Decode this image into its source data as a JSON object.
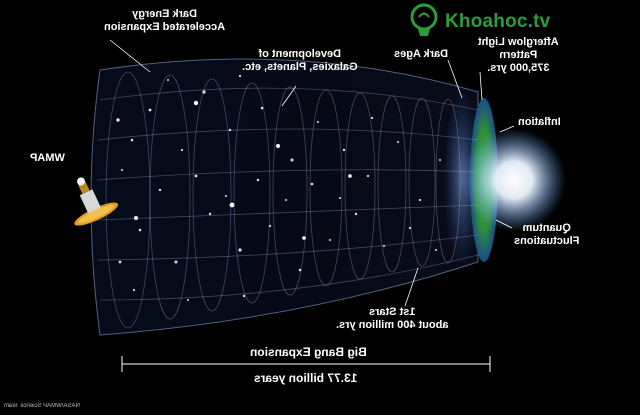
{
  "labels": {
    "dark_energy_1": "Dark Energy",
    "dark_energy_2": "Accelerated Expansion",
    "development_1": "Development of",
    "development_2": "Galaxies, Planets, etc.",
    "dark_ages": "Dark Ages",
    "afterglow_1": "Afterglow Light",
    "afterglow_2": "Pattern",
    "afterglow_3": "375,000 yrs.",
    "inflation": "Inflation",
    "wmap": "WMAP",
    "quantum_1": "Quantum",
    "quantum_2": "Fluctuations",
    "stars_1": "1st Stars",
    "stars_2": "about 400 million yrs.",
    "big_bang": "Big Bang Expansion",
    "duration": "13.77 billion years",
    "credit": "NASA/WMAP Science Team"
  },
  "watermark": {
    "text": "Khoahoc.tv",
    "color": "#2e9c3a"
  },
  "colors": {
    "background": "#000000",
    "cmb": "#2f8f3a",
    "bright": "#ffffff"
  }
}
